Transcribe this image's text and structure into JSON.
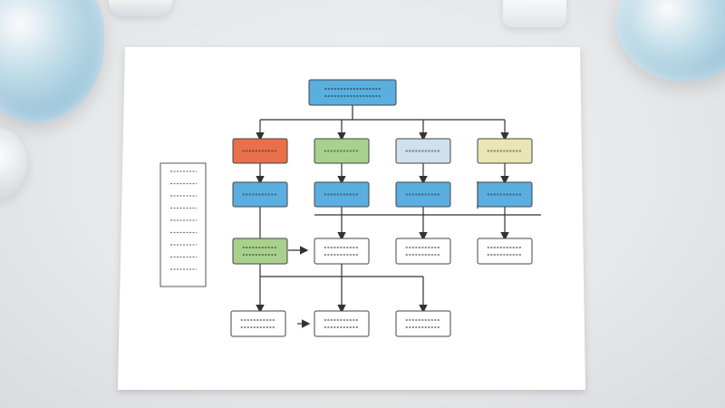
{
  "scene": "lab-desk-flowchart-paper",
  "colors": {
    "blue": "#5aaee0",
    "orange": "#e8704a",
    "green": "#a9d18e",
    "light_blue": "#cfe1ee",
    "yellow": "#e9e6b6",
    "white_box": "#ffffff",
    "line": "#333333"
  },
  "diagram": {
    "boxes": [
      {
        "id": "root",
        "color": "blue"
      },
      {
        "id": "r1c1",
        "color": "orange"
      },
      {
        "id": "r1c2",
        "color": "green"
      },
      {
        "id": "r1c3",
        "color": "light_blue"
      },
      {
        "id": "r1c4",
        "color": "yellow"
      },
      {
        "id": "r2c1",
        "color": "blue"
      },
      {
        "id": "r2c2",
        "color": "blue"
      },
      {
        "id": "r2c3",
        "color": "blue"
      },
      {
        "id": "r2c4",
        "color": "blue"
      },
      {
        "id": "r3c1",
        "color": "green"
      },
      {
        "id": "r3c2",
        "color": "white_box"
      },
      {
        "id": "r3c3",
        "color": "white_box"
      },
      {
        "id": "r3c4",
        "color": "white_box"
      },
      {
        "id": "r4c1",
        "color": "white_box"
      },
      {
        "id": "r4c2",
        "color": "white_box"
      },
      {
        "id": "r4c3",
        "color": "white_box"
      }
    ],
    "legend_rows": 9
  }
}
